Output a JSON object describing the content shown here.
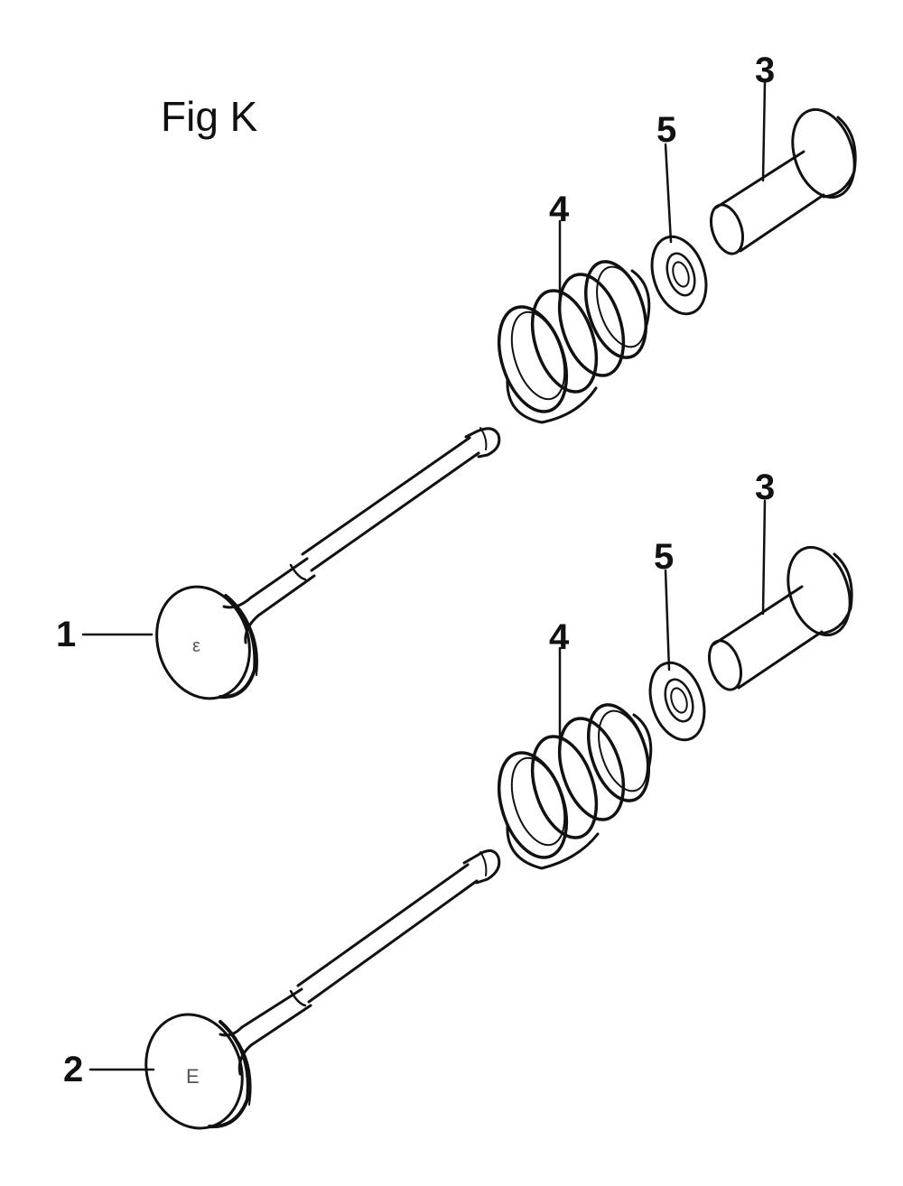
{
  "figure": {
    "title": "Fig K"
  },
  "callouts": {
    "upper": {
      "valve": "1",
      "spring": "4",
      "seal": "5",
      "guide": "3"
    },
    "lower": {
      "valve": "2",
      "spring": "4",
      "seal": "5",
      "guide": "3"
    }
  },
  "valve_marks": {
    "upper": "ε",
    "lower": "Ε"
  }
}
